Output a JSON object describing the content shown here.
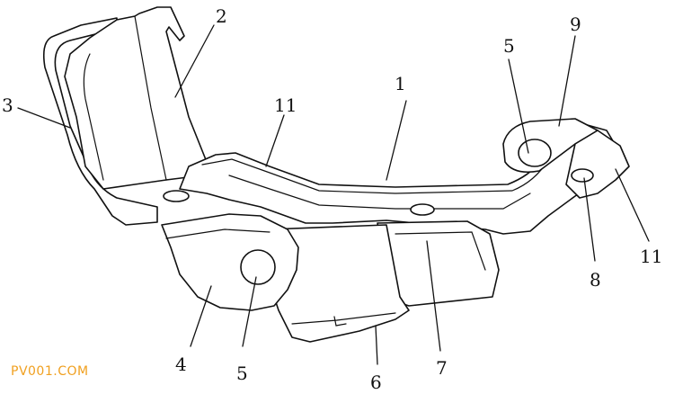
{
  "labels": {
    "l1": "1",
    "l2": "2",
    "l3": "3",
    "l4": "4",
    "l5a": "5",
    "l5b": "5",
    "l6": "6",
    "l7": "7",
    "l8": "8",
    "l9": "9",
    "l11a": "11",
    "l11b": "11"
  },
  "watermark": "PV001.COM",
  "colors": {
    "line": "#111111",
    "background": "#ffffff",
    "watermark": "#f0a020"
  }
}
